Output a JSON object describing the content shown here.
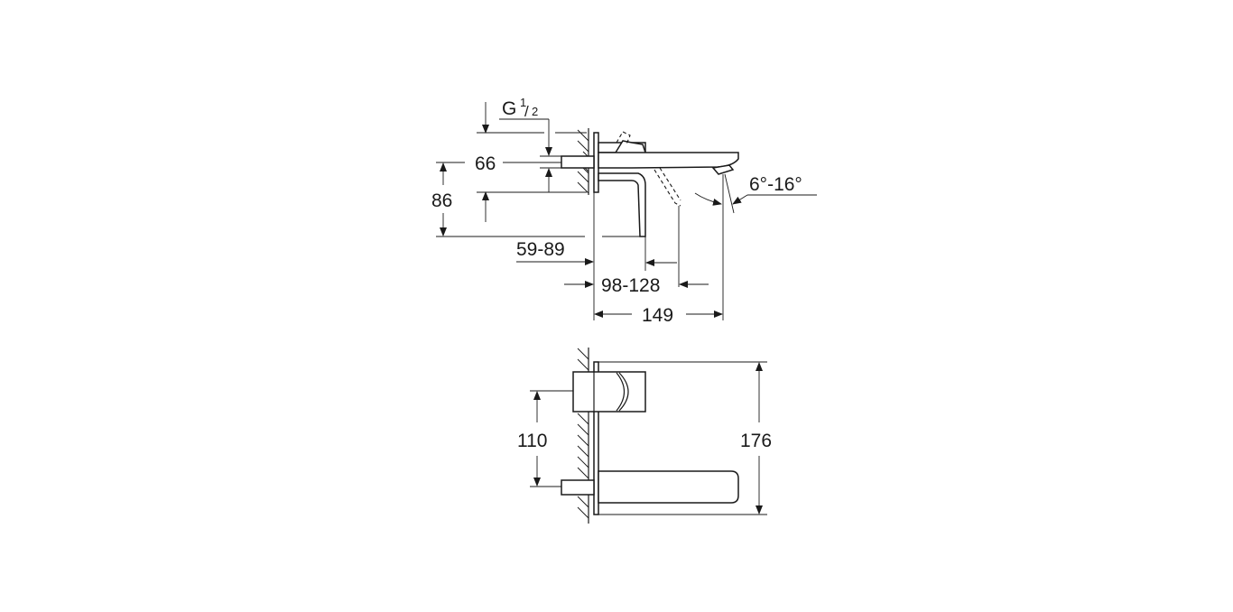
{
  "side_view": {
    "thread_label": "G",
    "thread_fraction_num": "1",
    "thread_fraction_den": "2",
    "dim_pipe_height": "66",
    "dim_total_height": "86",
    "dim_wall_depth": "59-89",
    "dim_lever_reach": "98-128",
    "dim_spout_reach": "149",
    "dim_spout_angle": "6°-16°"
  },
  "front_view": {
    "dim_inlet_spacing": "110",
    "dim_plate_height": "176"
  }
}
